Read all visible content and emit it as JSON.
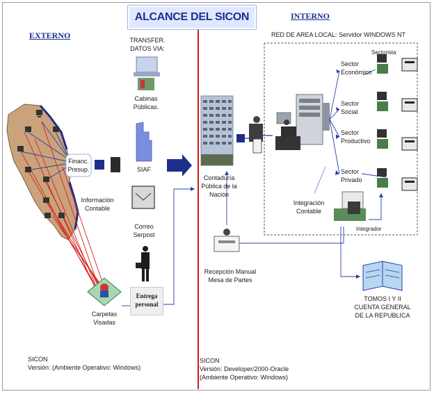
{
  "title": "ALCANCE DEL SICON",
  "sections": {
    "externo": "EXTERNO",
    "interno": "INTERNO"
  },
  "lan_label": "RED DE AREA LOCAL: Servidor WINDOWS NT",
  "left": {
    "transfer": [
      "TRANSFER.",
      "DATOS VIA:"
    ],
    "cabinas": [
      "Cabinas",
      "Públicas."
    ],
    "financ": [
      "Financ.",
      "Presup."
    ],
    "siaf": "SIAF",
    "informacion": [
      "Información",
      "Contable"
    ],
    "correo": [
      "Correo",
      "Serpost"
    ],
    "entrega": [
      "Entrega",
      "personal"
    ],
    "carpetas": [
      "Carpetas",
      "Visadas"
    ]
  },
  "center": {
    "contaduria": [
      "Contaduría",
      "Pública de la",
      "Nación"
    ],
    "recepcion": [
      "Recepción Manual",
      "Mesa de Partes"
    ]
  },
  "right": {
    "sectorista": "Sectorista",
    "sectors": [
      [
        "Sector",
        "Económico"
      ],
      [
        "Sector",
        "Social"
      ],
      [
        "Sector",
        "Productivo"
      ],
      [
        "Sector",
        "Privado"
      ]
    ],
    "integracion": [
      "Integración",
      "Contable"
    ],
    "integrador": "Integrador",
    "tomos": [
      "TOMOS I Y II",
      "CUENTA GENERAL",
      "DE LA REPUBLICA"
    ]
  },
  "footer": {
    "left": [
      "SICON",
      "Versión: (Ambiente Operativo: Windows)"
    ],
    "center": [
      "SICON",
      "Versión: Developer/2000-Oracle",
      "(Ambiente Operativo: Windows)"
    ]
  },
  "colors": {
    "title_text": "#1a2f8f",
    "divider": "#cc1b1b",
    "arrow": "#1d2f8a",
    "flow_lines": "#d42020",
    "link_lines": "#2a3fa8",
    "map": "#c8a27a"
  }
}
